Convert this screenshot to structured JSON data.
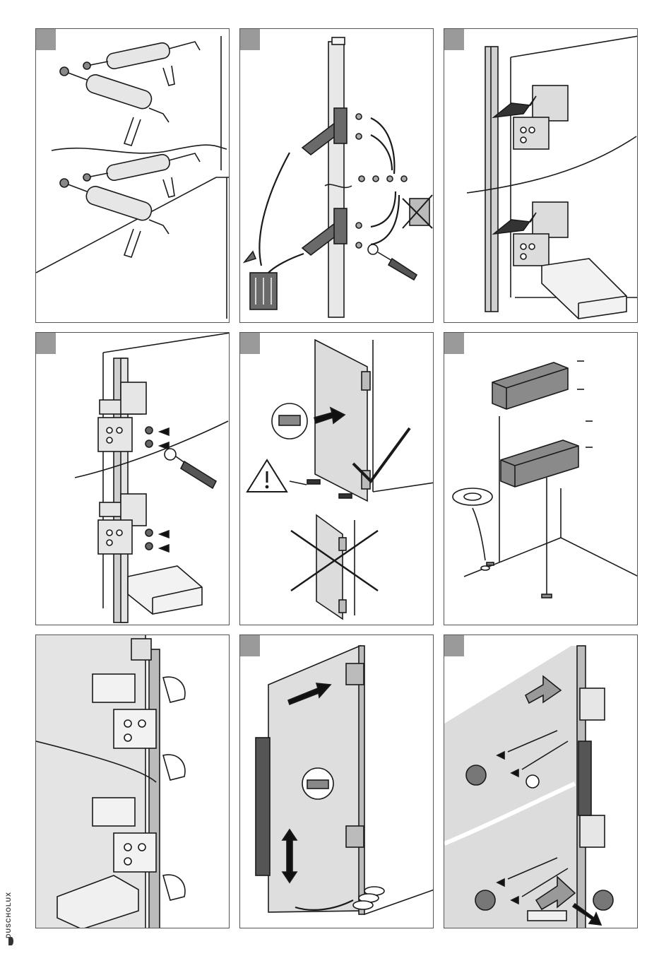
{
  "document": {
    "brand": "DUSCHOLUX",
    "colors": {
      "line": "#1a1a1a",
      "panel_border": "#555555",
      "badge": "#9a9a9a",
      "glass": "#d8d8d8",
      "bracket": "#bdbdbd",
      "dark_part": "#555555",
      "marker_circle": "#777777"
    },
    "panels": [
      {
        "id": "step-1",
        "content": "silicone-cartridge-guns"
      },
      {
        "id": "step-2",
        "content": "wall-profile-remove-brackets"
      },
      {
        "id": "step-3",
        "content": "attach-hinge-brackets-to-profile"
      },
      {
        "id": "step-4",
        "content": "screw-brackets-with-screwdriver"
      },
      {
        "id": "step-5",
        "content": "glass-panel-suction-cup-warning"
      },
      {
        "id": "step-6",
        "content": "spacer-blocks-and-washer"
      },
      {
        "id": "step-7",
        "content": "hand-tightening-hinges"
      },
      {
        "id": "step-8",
        "content": "door-alignment-spirit-level"
      },
      {
        "id": "step-9",
        "content": "fixing-screws-to-wall"
      }
    ]
  }
}
